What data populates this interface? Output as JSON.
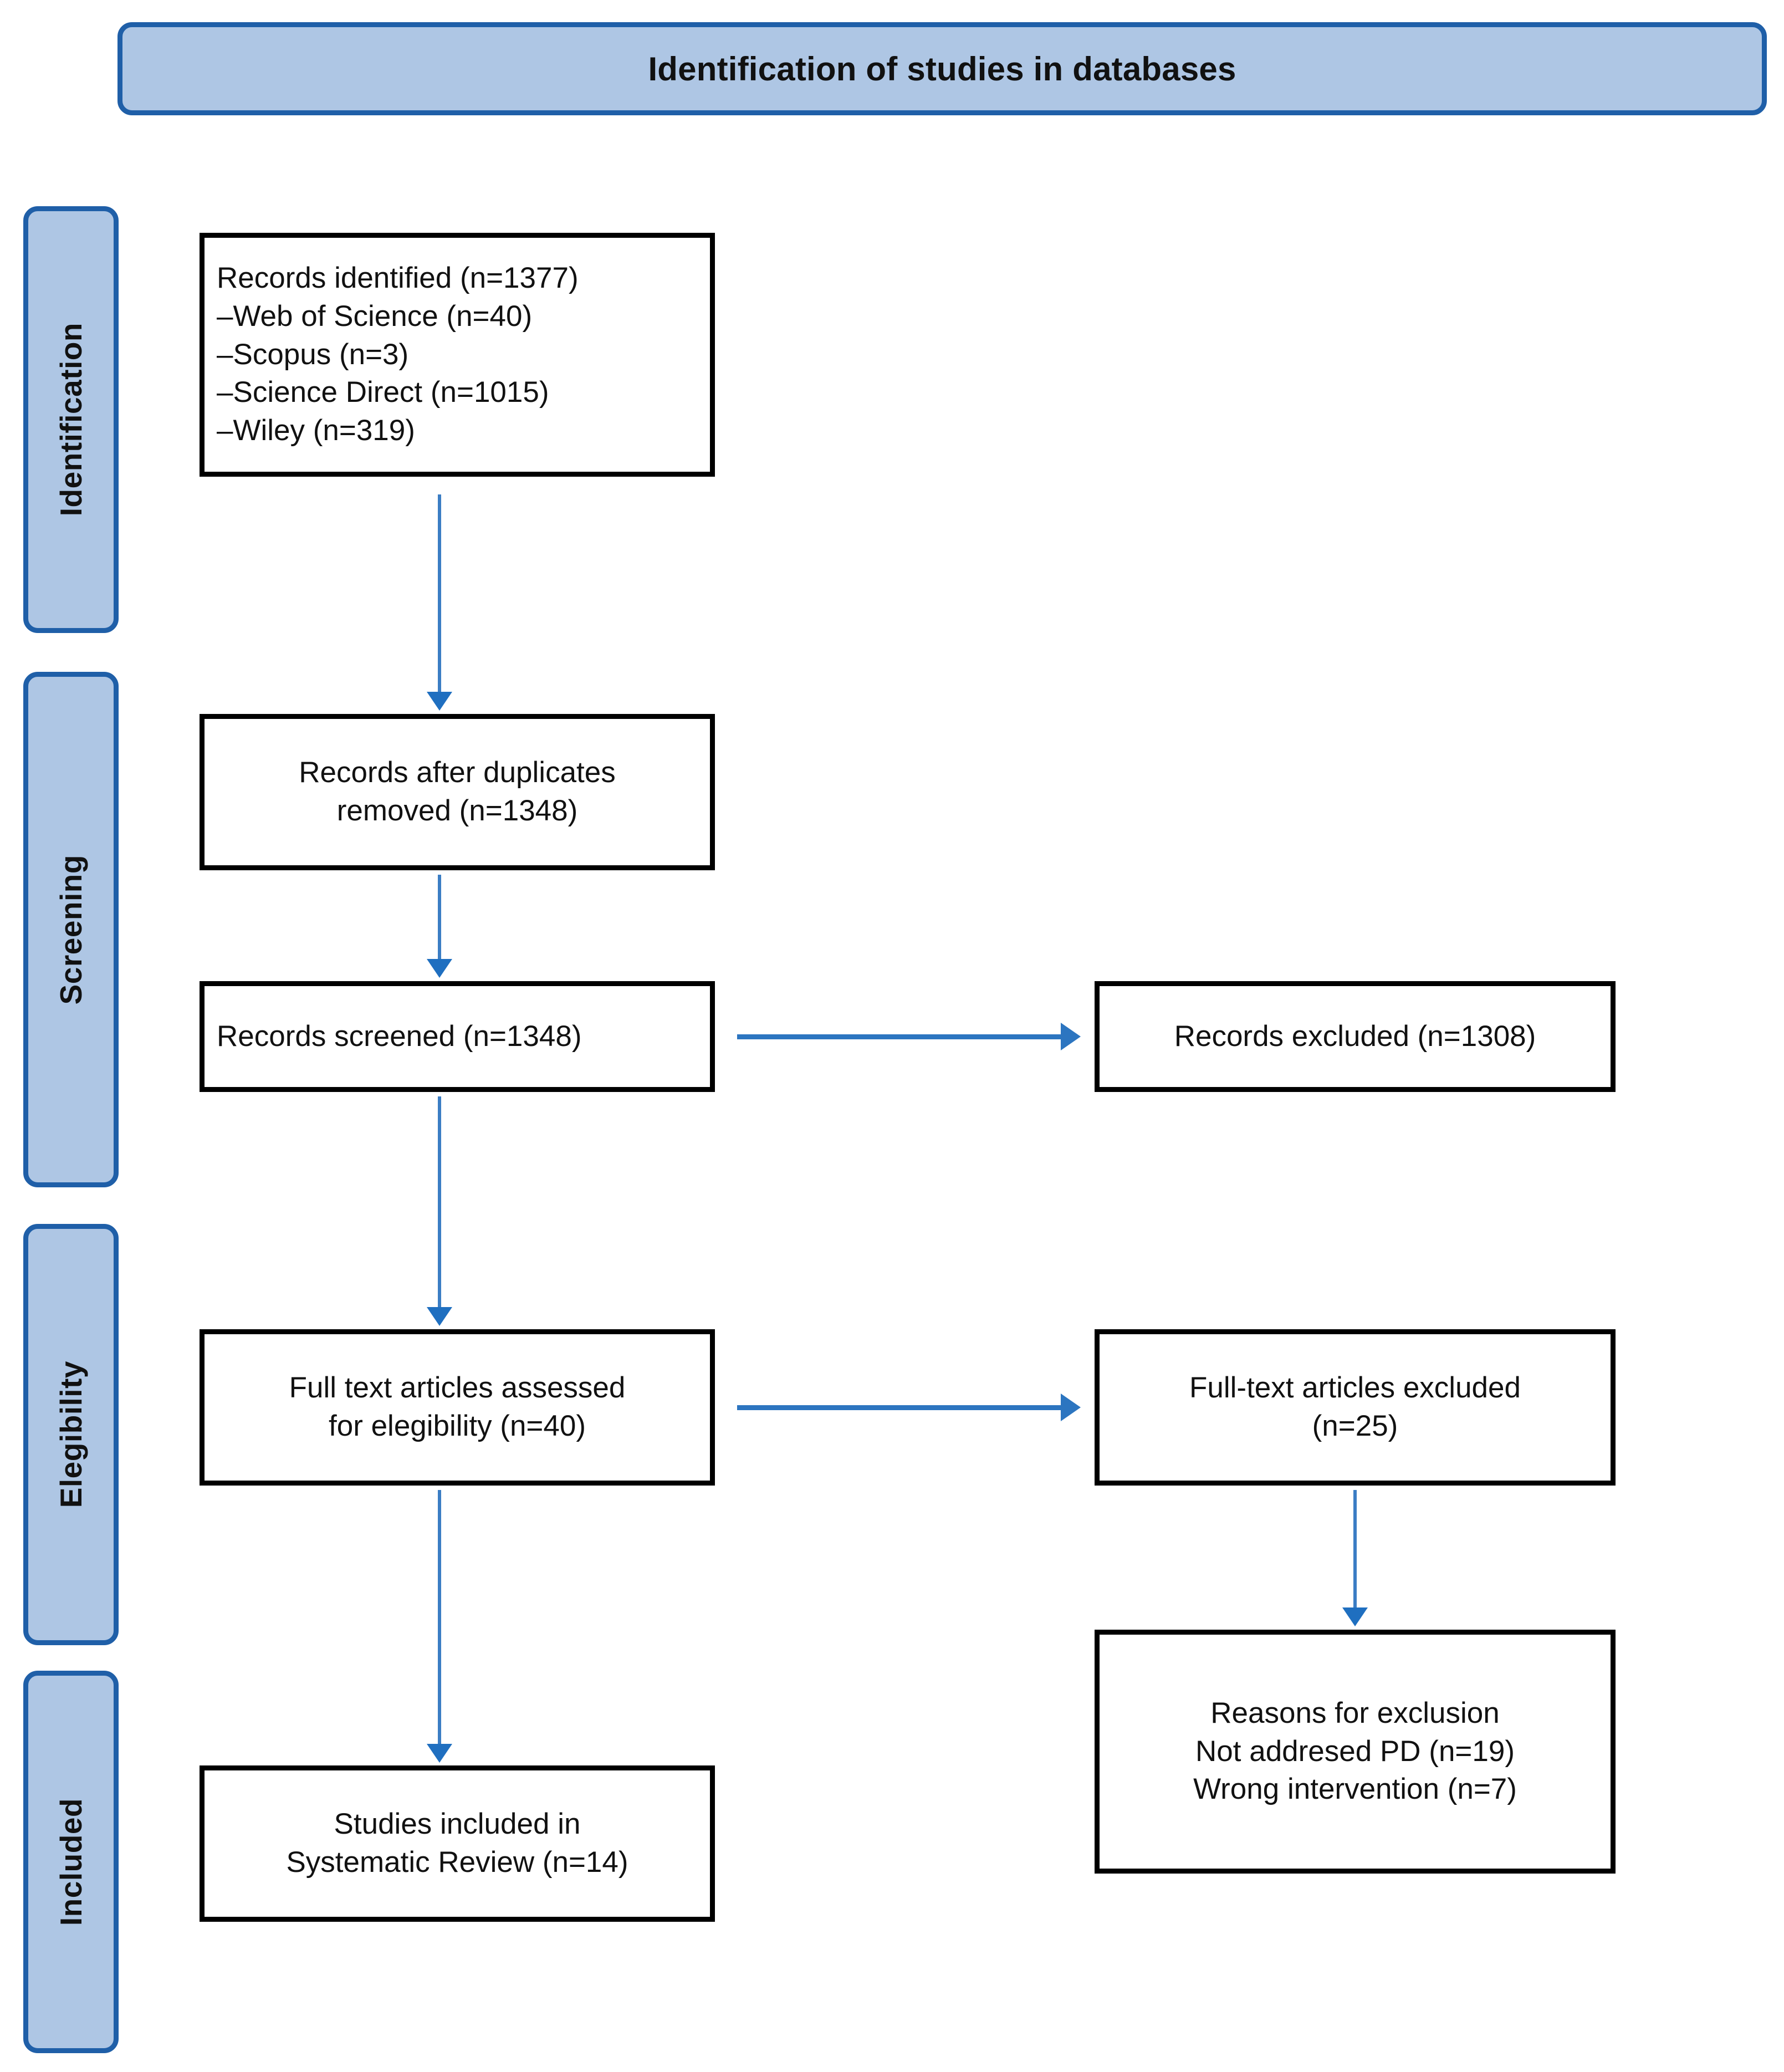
{
  "header": {
    "title": "Identification of studies in databases"
  },
  "stages": [
    {
      "id": "identification",
      "label": "Identification"
    },
    {
      "id": "screening",
      "label": "Screening"
    },
    {
      "id": "eligibility",
      "label": "Elegibility"
    },
    {
      "id": "included",
      "label": "Included"
    }
  ],
  "boxes": {
    "identified": {
      "lines": [
        "Records identified (n=1377)",
        "–Web of Science (n=40)",
        "–Scopus (n=3)",
        "–Science Direct (n=1015)",
        "–Wiley (n=319)"
      ]
    },
    "duplicates_removed": {
      "lines": [
        "Records after duplicates",
        "removed (n=1348)"
      ]
    },
    "records_screened": {
      "lines": [
        "Records screened (n=1348)"
      ]
    },
    "records_excluded": {
      "lines": [
        "Records excluded (n=1308)"
      ]
    },
    "fulltext_assessed": {
      "lines": [
        "Full text articles assessed",
        "for elegibility (n=40)"
      ]
    },
    "fulltext_excluded": {
      "lines": [
        "Full-text articles excluded",
        "(n=25)"
      ]
    },
    "reasons_for_exclusion": {
      "lines": [
        "Reasons for exclusion",
        "",
        "Not addresed PD (n=19)",
        "Wrong intervention (n=7)"
      ]
    },
    "studies_included": {
      "lines": [
        "Studies included in",
        "Systematic Review (n=14)"
      ]
    }
  },
  "colors": {
    "banner_fill": "#AEC6E4",
    "banner_border": "#1F5FA8",
    "arrow_blue": "#2C75C0",
    "box_border": "#000000",
    "box_fill": "#FFFFFF",
    "text": "#111111"
  }
}
